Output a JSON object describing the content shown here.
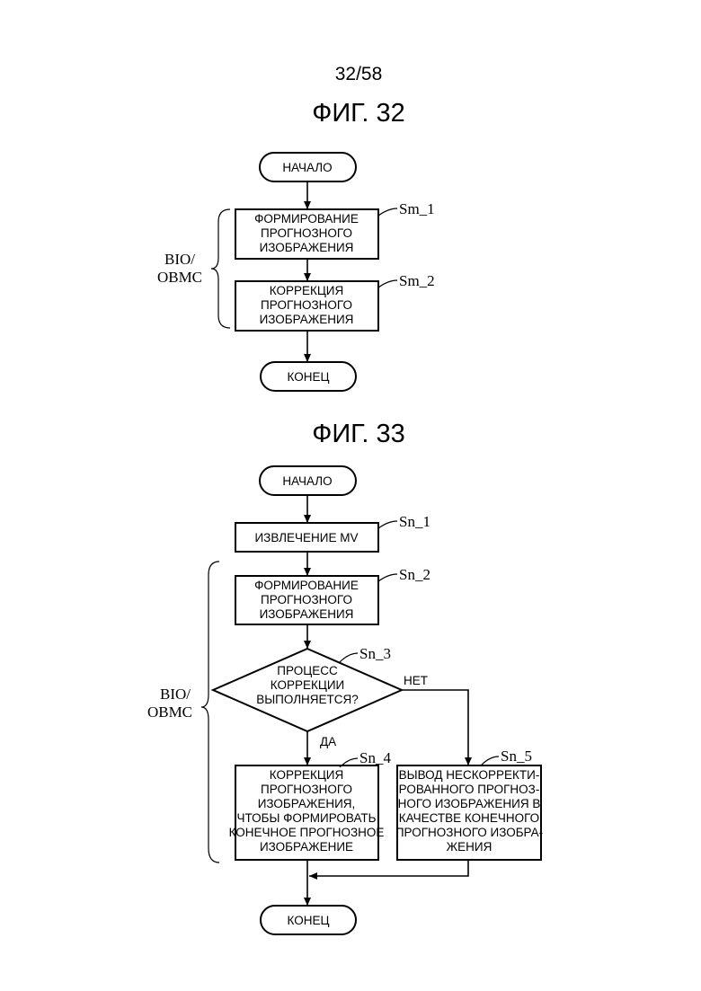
{
  "page_number": "32/58",
  "fig32": {
    "title": "ФИГ. 32",
    "start": "НАЧАЛО",
    "end": "КОНЕЦ",
    "side_label": [
      "BIO/",
      "OBMC"
    ],
    "steps": [
      {
        "id": "Sm_1",
        "lines": [
          "ФОРМИРОВАНИЕ",
          "ПРОГНОЗНОГО",
          "ИЗОБРАЖЕНИЯ"
        ]
      },
      {
        "id": "Sm_2",
        "lines": [
          "КОРРЕКЦИЯ",
          "ПРОГНОЗНОГО",
          "ИЗОБРАЖЕНИЯ"
        ]
      }
    ]
  },
  "fig33": {
    "title": "ФИГ. 33",
    "start": "НАЧАЛО",
    "end": "КОНЕЦ",
    "side_label": [
      "BIO/",
      "OBMC"
    ],
    "steps": [
      {
        "id": "Sn_1",
        "lines": [
          "ИЗВЛЕЧЕНИЕ MV"
        ]
      },
      {
        "id": "Sn_2",
        "lines": [
          "ФОРМИРОВАНИЕ",
          "ПРОГНОЗНОГО",
          "ИЗОБРАЖЕНИЯ"
        ]
      },
      {
        "id": "Sn_3",
        "lines": [
          "ПРОЦЕСС",
          "КОРРЕКЦИИ",
          "ВЫПОЛНЯЕТСЯ?"
        ]
      },
      {
        "id": "Sn_4",
        "lines": [
          "КОРРЕКЦИЯ",
          "ПРОГНОЗНОГО",
          "ИЗОБРАЖЕНИЯ,",
          "ЧТОБЫ ФОРМИРОВАТЬ",
          "КОНЕЧНОЕ ПРОГНОЗНОЕ",
          "ИЗОБРАЖЕНИЕ"
        ]
      },
      {
        "id": "Sn_5",
        "lines": [
          "ВЫВОД НЕСКОРРЕКТИ-",
          "РОВАННОГО ПРОГНОЗ-",
          "НОГО ИЗОБРАЖЕНИЯ В",
          "КАЧЕСТВЕ КОНЕЧНОГО",
          "ПРОГНОЗНОГО ИЗОБРА-",
          "ЖЕНИЯ"
        ]
      }
    ],
    "yes_label": "ДА",
    "no_label": "НЕТ"
  }
}
